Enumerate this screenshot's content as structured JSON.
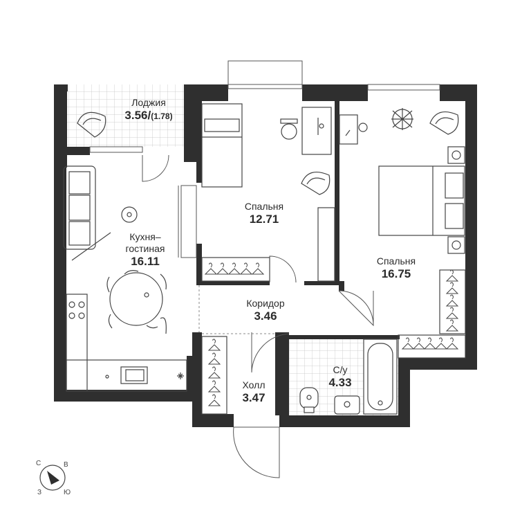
{
  "rooms": {
    "loggia": {
      "name": "Лоджия",
      "area": "3.56",
      "area_sep": "/",
      "area_reduced": "(1.78)"
    },
    "kitchen_living": {
      "name_line1": "Кухня–",
      "name_line2": "гостиная",
      "area": "16.11"
    },
    "bedroom_1": {
      "name": "Спальня",
      "area": "12.71"
    },
    "bedroom_2": {
      "name": "Спальня",
      "area": "16.75"
    },
    "corridor": {
      "name": "Коридор",
      "area": "3.46"
    },
    "bathroom": {
      "name": "С/у",
      "area": "4.33"
    },
    "hall": {
      "name": "Холл",
      "area": "3.47"
    }
  },
  "compass": {
    "north": "С",
    "east": "В",
    "south": "Ю",
    "west": "З"
  },
  "colors": {
    "wall": "#2f2f2f",
    "tile": "#bdbdbd",
    "line": "#555555",
    "background": "#ffffff"
  }
}
